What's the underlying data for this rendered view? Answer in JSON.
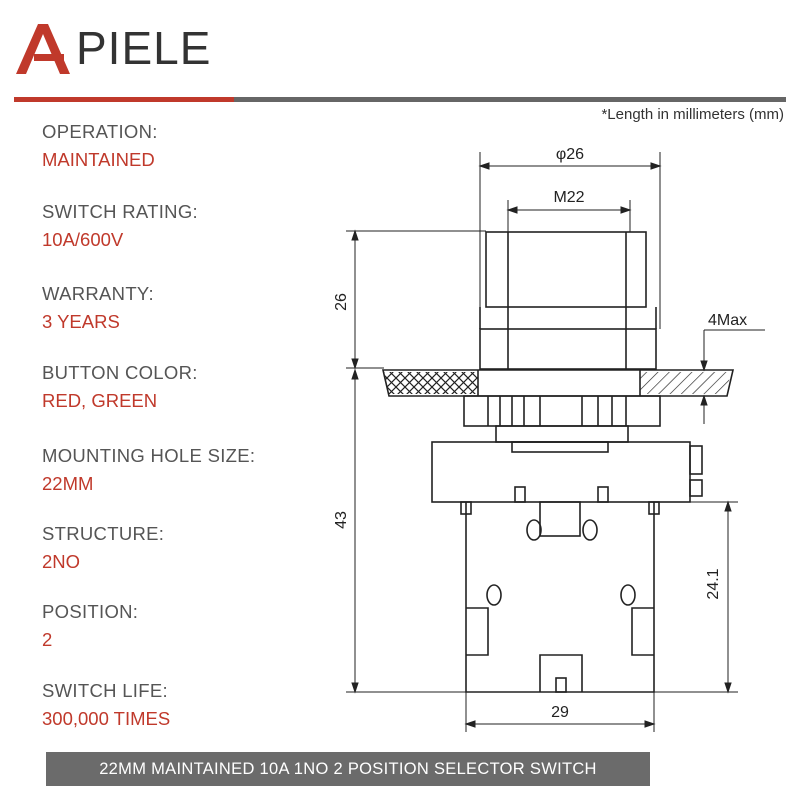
{
  "brand": {
    "name": "PIELE"
  },
  "colors": {
    "accent": "#c0392b",
    "rule_gray": "#666666",
    "banner_bg": "#6b6b6b",
    "text_gray": "#555555"
  },
  "note": "*Length in millimeters (mm)",
  "specs": [
    {
      "label": "OPERATION:",
      "value": "MAINTAINED"
    },
    {
      "label": "SWITCH RATING:",
      "value": "10A/600V"
    },
    {
      "label": "WARRANTY:",
      "value": "3 YEARS"
    },
    {
      "label": "BUTTON COLOR:",
      "value": "RED, GREEN"
    },
    {
      "label": "MOUNTING HOLE SIZE:",
      "value": "22MM"
    },
    {
      "label": "STRUCTURE:",
      "value": "2NO"
    },
    {
      "label": "POSITION:",
      "value": "2"
    },
    {
      "label": "SWITCH LIFE:",
      "value": "300,000 TIMES"
    }
  ],
  "dimensions": {
    "diameter": "φ26",
    "thread": "M22",
    "knob_height": "26",
    "panel_max": "4Max",
    "body_height": "43",
    "contact_height": "24.1",
    "body_width": "29"
  },
  "banner": "22MM MAINTAINED 10A 1NO 2 POSITION SELECTOR SWITCH"
}
